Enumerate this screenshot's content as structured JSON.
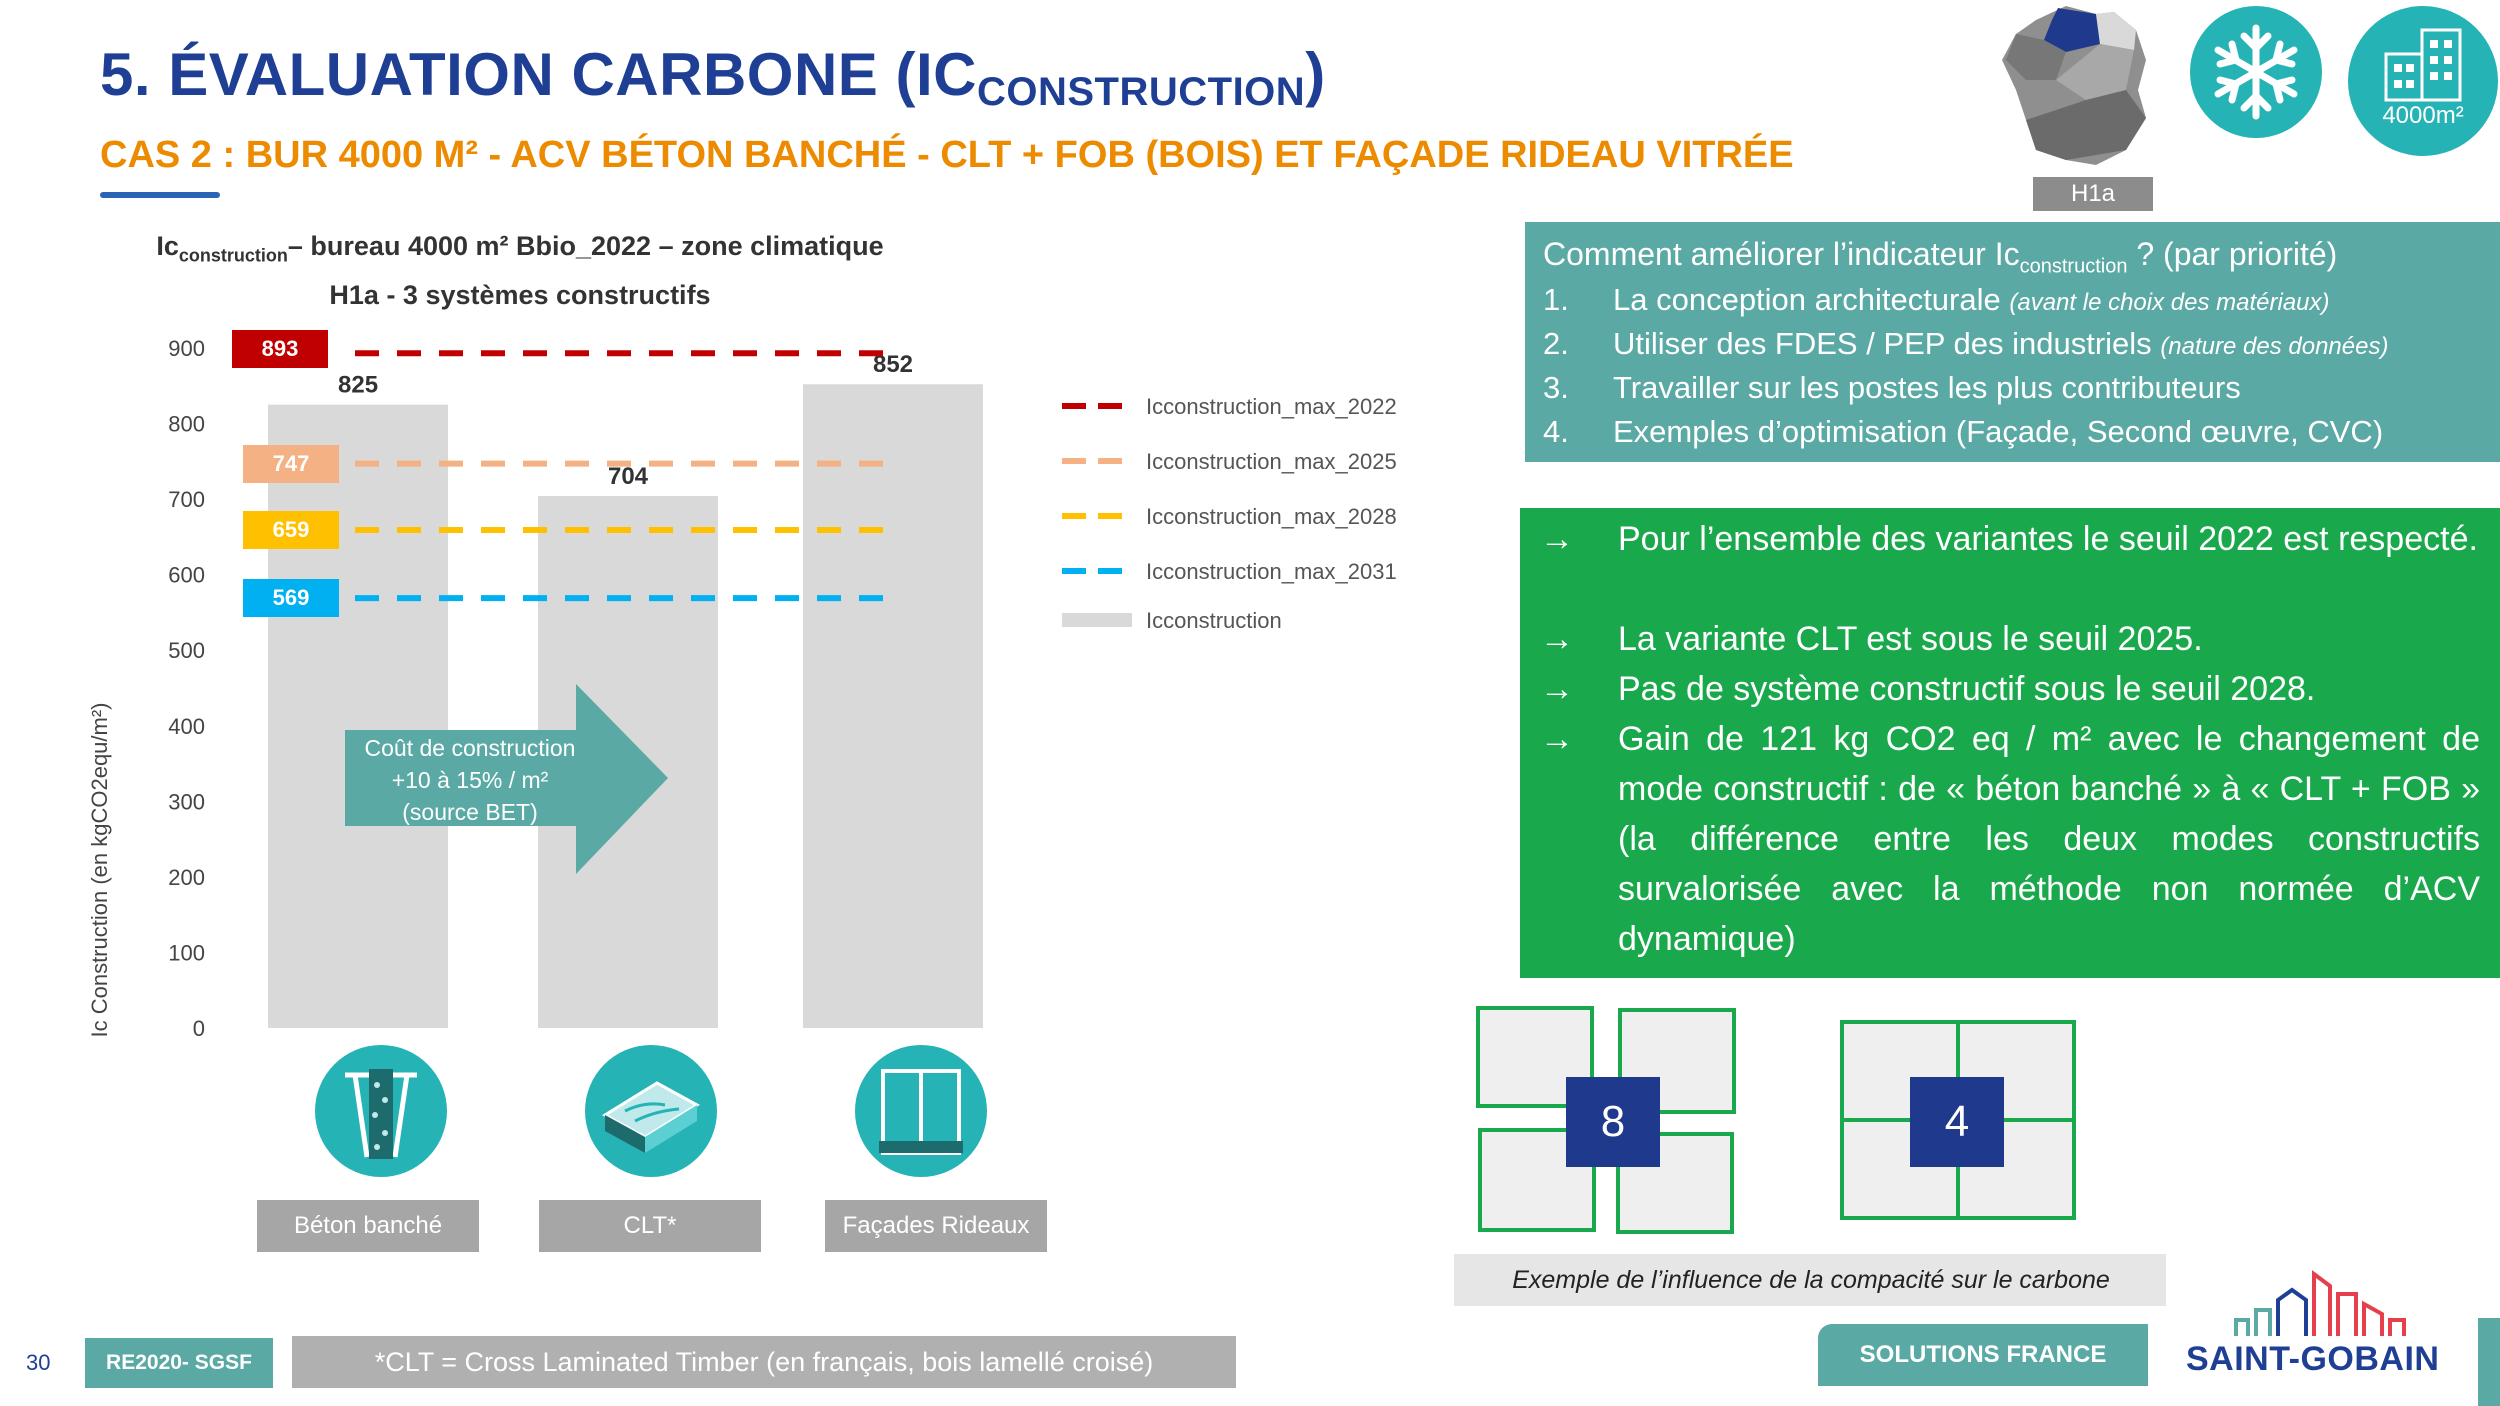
{
  "header": {
    "title_main": "5. ÉVALUATION CARBONE (IC",
    "title_sub": "CONSTRUCTION",
    "title_close": ")",
    "subtitle": "CAS 2 : BUR 4000 M²  - ACV BÉTON BANCHÉ -   CLT  + FOB (BOIS) ET FAÇADE RIDEAU VITRÉE"
  },
  "badges": {
    "zone_label": "H1a",
    "building_label": "4000m²"
  },
  "chart_data": {
    "type": "bar",
    "title_prefix": "Ic",
    "title_sub": "construction",
    "title_rest": "– bureau 4000 m²  Bbio_2022  – zone climatique",
    "title_line2": "H1a - 3 systèmes constructifs",
    "ylabel": "Ic Construction (en kgCO2equ/m²)",
    "ylim": [
      0,
      900
    ],
    "yticks": [
      "0",
      "100",
      "200",
      "300",
      "400",
      "500",
      "600",
      "700",
      "800",
      "900"
    ],
    "categories": [
      "Béton banché",
      "CLT*",
      "Façades Rideaux"
    ],
    "series": [
      {
        "name": "Icconstruction",
        "values": [
          825,
          704,
          852
        ],
        "labels": [
          "825",
          "704",
          "852"
        ],
        "color": "#d9d9d9"
      }
    ],
    "thresholds": [
      {
        "name": "Icconstruction_max_2022",
        "value": 893,
        "label": "893",
        "color": "#c00000"
      },
      {
        "name": "Icconstruction_max_2025",
        "value": 747,
        "label": "747",
        "color": "#f4b183"
      },
      {
        "name": "Icconstruction_max_2028",
        "value": 659,
        "label": "659",
        "color": "#ffc000"
      },
      {
        "name": "Icconstruction_max_2031",
        "value": 569,
        "label": "569",
        "color": "#00b0f0"
      }
    ],
    "legend_position": "right",
    "annotation": {
      "line1": "Coût de construction",
      "line2": "+10 à 15% / m²",
      "line3": "(source BET)"
    }
  },
  "improve": {
    "title_prefix": "Comment améliorer l’indicateur Ic",
    "title_sub": "construction",
    "title_suffix": " ? (par priorité)",
    "items": [
      {
        "num": "1.",
        "text": "La conception architecturale ",
        "note": "(avant le choix des matériaux)"
      },
      {
        "num": "2.",
        "text": "Utiliser des FDES / PEP des industriels ",
        "note": "(nature des données)"
      },
      {
        "num": "3.",
        "text": "Travailler sur les postes les plus contributeurs",
        "note": ""
      },
      {
        "num": "4.",
        "text": "Exemples d’optimisation (Façade, Second œuvre, CVC)",
        "note": ""
      }
    ]
  },
  "findings": {
    "arrow": "→",
    "items": [
      "Pour l’ensemble des variantes le seuil 2022 est respecté.",
      "La variante CLT est sous le seuil 2025.",
      "Pas de système constructif sous le seuil 2028.",
      "Gain de 121 kg CO2 eq / m² avec le changement de mode constructif : de « béton banché » à « CLT + FOB » (la différence entre les deux modes constructifs survalorisée avec la méthode non normée d’ACV dynamique)"
    ]
  },
  "compacity": {
    "left_value": "8",
    "right_value": "4",
    "caption": "Exemple de l’influence de la compacité sur le carbone"
  },
  "footer": {
    "page": "30",
    "tag": "RE2020- SGSF",
    "footnote": "*CLT = Cross Laminated Timber (en français, bois lamellé croisé)",
    "solutions": "SOLUTIONS FRANCE",
    "brand": "SAINT-GOBAIN"
  }
}
